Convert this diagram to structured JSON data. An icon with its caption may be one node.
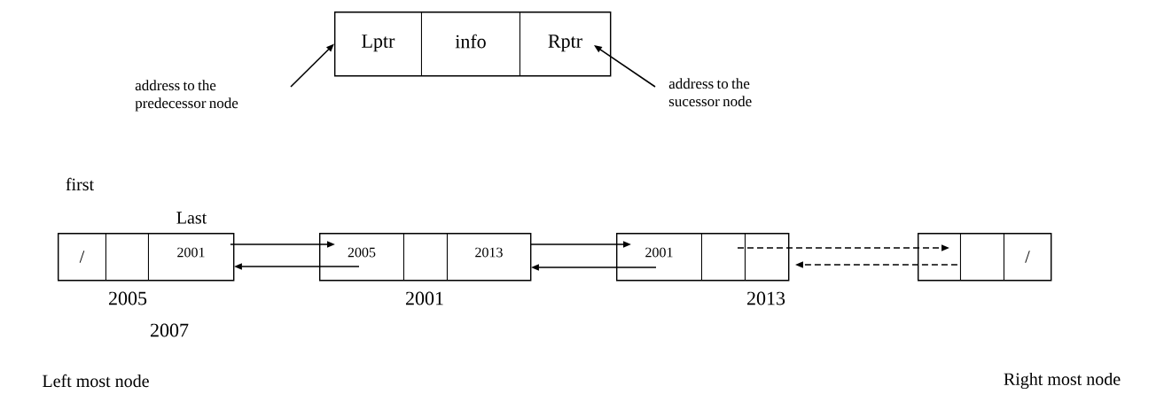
{
  "diagram": {
    "nodes": [
      {
        "text": [],
        "shape": "box"
      },
      {
        "text": [
          "Lptr"
        ],
        "in": 0
      },
      {
        "text": [
          "info"
        ],
        "in": 0
      },
      {
        "text": [
          "Rptr"
        ],
        "in": 0
      },
      {
        "text": [
          "address to the predecessor node"
        ]
      },
      {
        "text": [
          "address to the sucessor node"
        ]
      },
      {
        "text": [],
        "shape": "box"
      },
      {
        "text": [
          "/"
        ],
        "in": 6
      },
      {
        "text": [],
        "shape": "box",
        "in": 6
      },
      {
        "text": [
          "2001"
        ],
        "in": 6
      },
      {
        "text": [],
        "shape": "box"
      },
      {
        "text": [
          "2005"
        ],
        "in": 10
      },
      {
        "text": [],
        "shape": "box",
        "in": 10
      },
      {
        "text": [
          "2013"
        ],
        "in": 10
      },
      {
        "text": [],
        "shape": "box"
      },
      {
        "text": [
          "2001"
        ],
        "in": 14
      },
      {
        "text": [],
        "shape": "box",
        "in": 14
      },
      {
        "text": [],
        "shape": "box",
        "in": 14
      },
      {
        "text": [],
        "shape": "box"
      },
      {
        "text": [],
        "shape": "box",
        "in": 18
      },
      {
        "text": [],
        "shape": "box",
        "in": 18
      },
      {
        "text": [
          "/"
        ],
        "in": 18
      }
    ],
    "edges": [
      {
        "from": 4,
        "to": 1,
        "arrow": "to"
      },
      {
        "from": 5,
        "to": 3,
        "arrow": "to"
      },
      {
        "from": 9,
        "to": 11,
        "arrow": "to"
      },
      {
        "from": 11,
        "to": 9,
        "arrow": "to"
      },
      {
        "from": 13,
        "to": 15,
        "arrow": "to"
      },
      {
        "from": 15,
        "to": 13,
        "arrow": "to"
      },
      {
        "from": 17,
        "to": 19,
        "arrow": "to",
        "style": "dashed"
      },
      {
        "from": 19,
        "to": 17,
        "arrow": "to",
        "style": "dashed"
      }
    ],
    "labels": [
      "first",
      "Last",
      "2005",
      "2007",
      "2001",
      "2013",
      "Left most node",
      "Right most node"
    ]
  }
}
